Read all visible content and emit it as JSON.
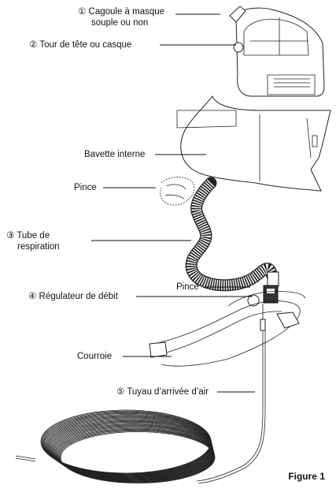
{
  "diagram": {
    "labels": {
      "cagoule": {
        "num": "①",
        "line1": "Cagoule à masque",
        "line2": "souple ou non"
      },
      "tour_tete": {
        "num": "②",
        "text": "Tour de tête ou casque"
      },
      "bavette": {
        "text": "Bavette interne"
      },
      "pince_top": {
        "text": "Pince"
      },
      "tube": {
        "num": "③",
        "line1": "Tube de",
        "line2": "respiration"
      },
      "pince_bottom": {
        "text": "Pince"
      },
      "regulateur": {
        "num": "④",
        "text": "Régulateur de débit"
      },
      "courroie": {
        "text": "Courroie"
      },
      "tuyau": {
        "num": "⑤",
        "text": "Tuyau d’arrivée d’air"
      }
    },
    "figure_caption": "Figure 1"
  }
}
